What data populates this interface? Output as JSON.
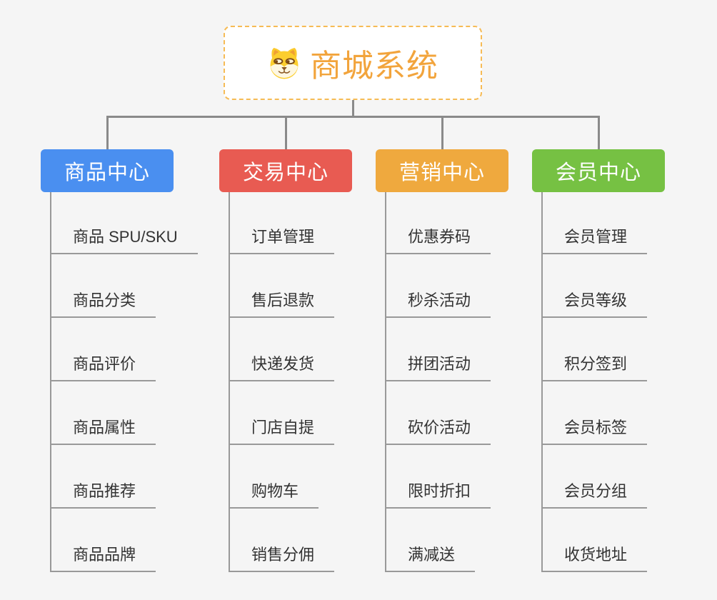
{
  "root": {
    "title": "商城系统",
    "icon": "doge-icon",
    "text_color": "#f2a43c",
    "border_color": "#f6bb55"
  },
  "colors": {
    "background": "#f5f5f5",
    "connector_line": "#8a8a8a",
    "item_line": "#999999",
    "item_text": "#333333"
  },
  "branches": [
    {
      "label": "商品中心",
      "color": "#4a8ff0",
      "items": [
        "商品 SPU/SKU",
        "商品分类",
        "商品评价",
        "商品属性",
        "商品推荐",
        "商品品牌"
      ]
    },
    {
      "label": "交易中心",
      "color": "#e85b52",
      "items": [
        "订单管理",
        "售后退款",
        "快递发货",
        "门店自提",
        "购物车",
        "销售分佣"
      ]
    },
    {
      "label": "营销中心",
      "color": "#efa93e",
      "items": [
        "优惠券码",
        "秒杀活动",
        "拼团活动",
        "砍价活动",
        "限时折扣",
        "满减送"
      ]
    },
    {
      "label": "会员中心",
      "color": "#76c143",
      "items": [
        "会员管理",
        "会员等级",
        "积分签到",
        "会员标签",
        "会员分组",
        "收货地址"
      ]
    }
  ]
}
